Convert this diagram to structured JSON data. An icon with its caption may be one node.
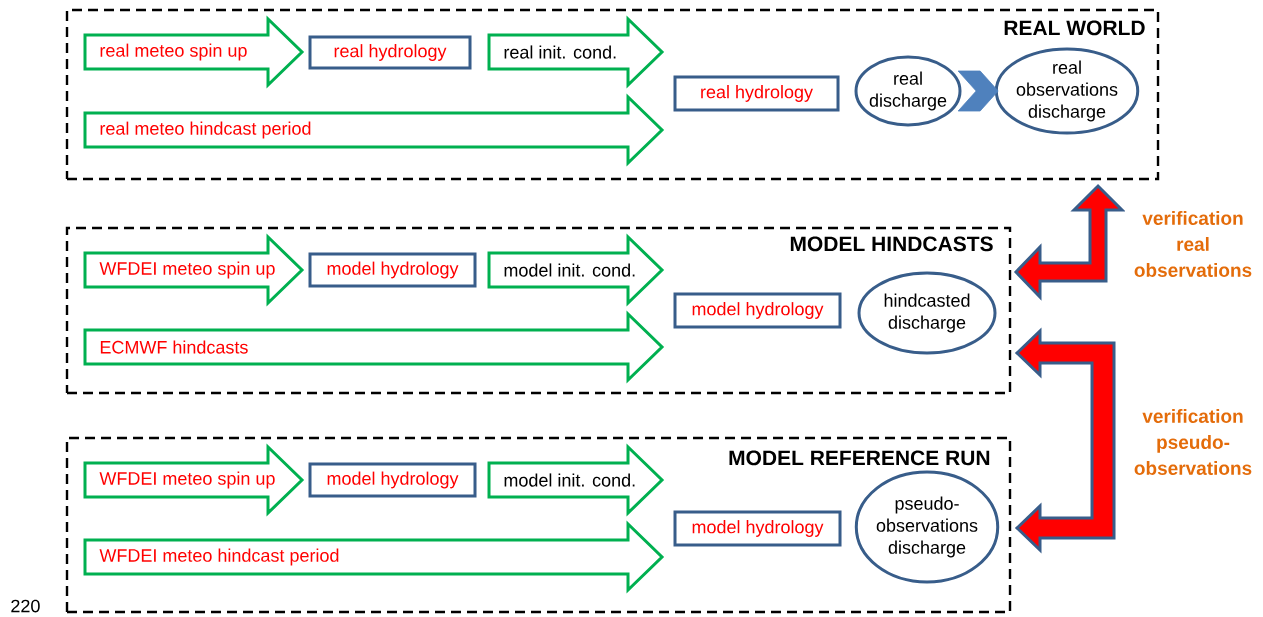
{
  "diagram": {
    "nodes": [
      {
        "text": [
          "REAL WORLD"
        ]
      },
      {
        "text": [
          "real meteo spin up"
        ],
        "in": 0
      },
      {
        "text": [
          "real hydrology"
        ],
        "in": 0
      },
      {
        "text": [
          "real init. cond."
        ],
        "in": 0
      },
      {
        "text": [
          "real meteo hindcast period"
        ],
        "in": 0
      },
      {
        "text": [
          "real hydrology"
        ],
        "in": 0
      },
      {
        "text": [
          "real discharge"
        ],
        "in": 0
      },
      {
        "text": [
          "real observations discharge"
        ],
        "in": 0
      },
      {
        "text": [
          "MODEL HINDCASTS"
        ]
      },
      {
        "text": [
          "WFDEI meteo spin up"
        ],
        "in": 8
      },
      {
        "text": [
          "model hydrology"
        ],
        "in": 8
      },
      {
        "text": [
          "model init. cond."
        ],
        "in": 8
      },
      {
        "text": [
          "ECMWF hindcasts"
        ],
        "in": 8
      },
      {
        "text": [
          "model hydrology"
        ],
        "in": 8
      },
      {
        "text": [
          "hindcasted discharge"
        ],
        "in": 8
      },
      {
        "text": [
          "MODEL REFERENCE RUN"
        ]
      },
      {
        "text": [
          "WFDEI meteo spin up"
        ],
        "in": 15
      },
      {
        "text": [
          "model hydrology"
        ],
        "in": 15
      },
      {
        "text": [
          "model init. cond."
        ],
        "in": 15
      },
      {
        "text": [
          "WFDEI meteo hindcast period"
        ],
        "in": 15
      },
      {
        "text": [
          "model hydrology"
        ],
        "in": 15
      },
      {
        "text": [
          "pseudo-observations discharge"
        ],
        "in": 15
      }
    ],
    "edges": [
      {
        "from": 6,
        "to": 7,
        "arrow": "to",
        "color": "#4f81bd"
      },
      {
        "from": 0,
        "to": 8,
        "arrow": "both",
        "label": "verification real observations"
      },
      {
        "from": 8,
        "to": 15,
        "arrow": "both",
        "label": "verification pseudo-observations"
      }
    ],
    "labels": [
      "220"
    ]
  }
}
